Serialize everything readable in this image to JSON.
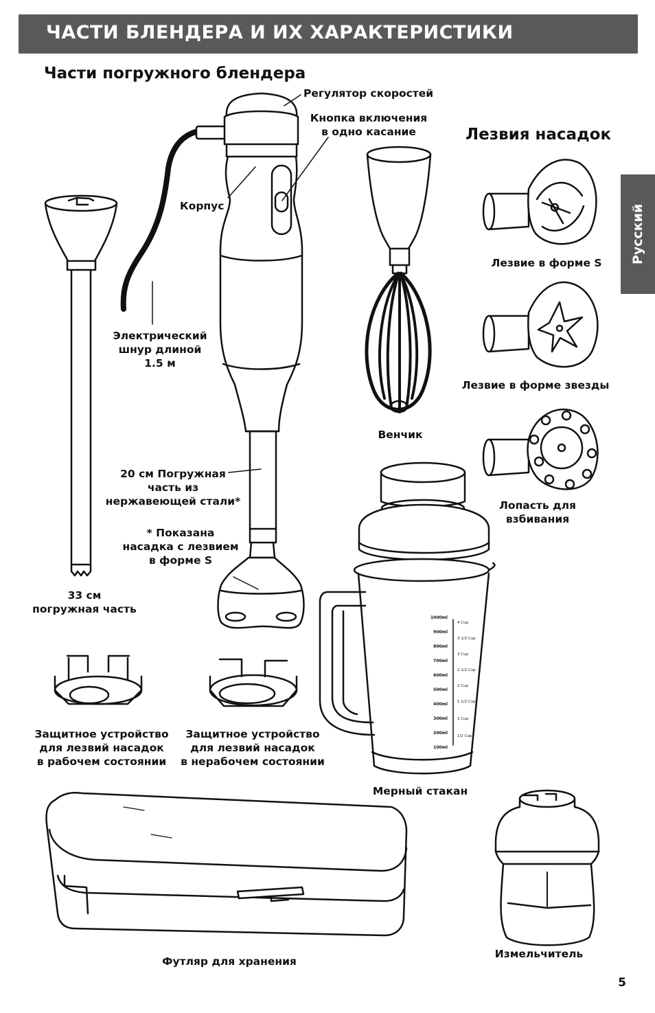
{
  "header": {
    "title": "ЧАСТИ БЛЕНДЕРА И ИХ ХАРАКТЕРИСТИКИ"
  },
  "side_tab": {
    "label": "Русский"
  },
  "sections": {
    "blender_parts": "Части погружного блендера",
    "blades": "Лезвия насадок"
  },
  "labels": {
    "speed_control": "Регулятор скоростей",
    "one_touch_button": [
      "Кнопка включения",
      "в одно касание"
    ],
    "body": "Корпус",
    "cord": [
      "Электрический",
      "шнур длиной",
      "1.5 м"
    ],
    "shaft_20": [
      "20 см Погружная",
      "часть из",
      "нержавеющей стали*"
    ],
    "footnote": [
      "* Показана",
      "насадка с лезвием",
      "в форме S"
    ],
    "shaft_33": [
      "33 см",
      "погружная часть"
    ],
    "whisk": "Венчик",
    "s_blade": "Лезвие в форме S",
    "star_blade": "Лезвие в форме звезды",
    "frother": [
      "Лопасть для",
      "взбивания"
    ],
    "guard_on": [
      "Защитное устройство",
      "для лезвий насадок",
      "в рабочем состоянии"
    ],
    "guard_off": [
      "Защитное устройство",
      "для лезвий насадок",
      "в нерабочем состоянии"
    ],
    "jar": "Мерный стакан",
    "case": "Футляр для хранения",
    "chopper": "Измельчитель"
  },
  "jar_scale": {
    "ml": [
      "1000ml",
      "900ml",
      "800ml",
      "700ml",
      "600ml",
      "500ml",
      "400ml",
      "300ml",
      "200ml",
      "100ml"
    ],
    "cups": [
      "4 Cup",
      "3 1/2 Cup",
      "3 Cup",
      "2 1/2 Cup",
      "2 Cup",
      "1 1/2 Cup",
      "1 Cup",
      "1/2 Cup"
    ]
  },
  "page_number": "5"
}
